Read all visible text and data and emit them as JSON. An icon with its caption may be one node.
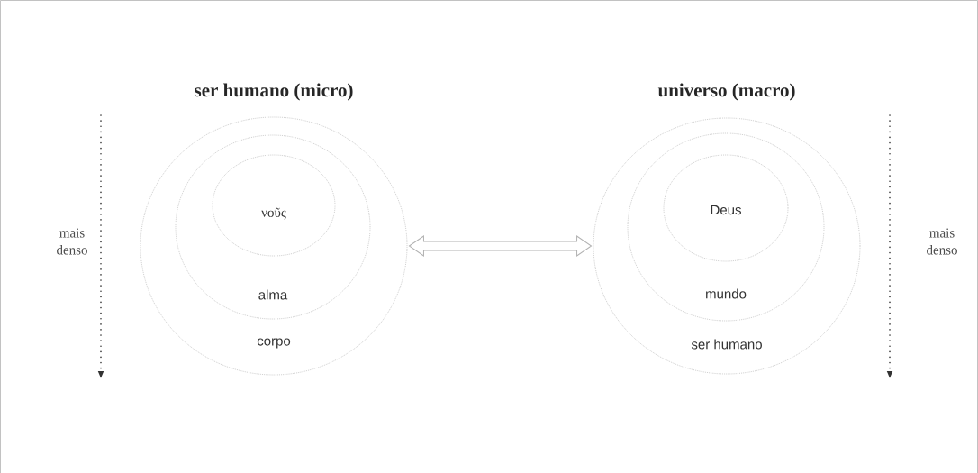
{
  "diagram": {
    "nodes": [
      {
        "text": [
          "corpo"
        ]
      },
      {
        "text": [
          "alma"
        ],
        "in": 0
      },
      {
        "text": [
          "νοῦς"
        ],
        "in": 1
      },
      {
        "text": [
          "ser humano"
        ]
      },
      {
        "text": [
          "mundo"
        ],
        "in": 3
      },
      {
        "text": [
          "Deus"
        ],
        "in": 4
      }
    ],
    "edges": [
      {
        "from": 0,
        "to": 3,
        "arrow": "both"
      }
    ],
    "labels": [
      "ser humano (micro)",
      "universo (macro)",
      "mais denso",
      "mais denso"
    ]
  }
}
